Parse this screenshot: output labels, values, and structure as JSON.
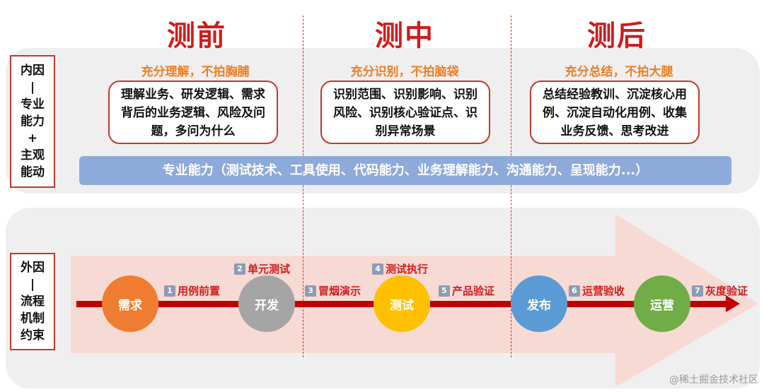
{
  "phases": [
    "测前",
    "测中",
    "测后"
  ],
  "internal": {
    "label": "内因\n|\n专业\n能力\n+\n主观\n能动",
    "subheads": [
      "充分理解，不拍胸脯",
      "充分识别，不拍脑袋",
      "充分总结，不拍大腿"
    ],
    "cards": [
      "理解业务、研发逻辑、需求背后的业务逻辑、风险及问题，多问为什么",
      "识别范围、识别影响、识别风险、识别核心验证点、识别异常场景",
      "总结经验教训、沉淀核心用例、沉淀自动化用例、收集业务反馈、思考改进"
    ],
    "ability_bar": "专业能力（测试技术、工具使用、代码能力、业务理解能力、沟通能力、呈现能力...）"
  },
  "external": {
    "label": "外因\n|\n流程\n机制\n约束",
    "nodes": [
      {
        "label": "需求",
        "color": "#ef7d31"
      },
      {
        "label": "开发",
        "color": "#a5a5a5"
      },
      {
        "label": "测试",
        "color": "#ffc000"
      },
      {
        "label": "发布",
        "color": "#5b9bd5"
      },
      {
        "label": "运营",
        "color": "#70ad47"
      }
    ],
    "steps": [
      {
        "num": "1",
        "label": "用例前置"
      },
      {
        "num": "2",
        "label": "单元测试"
      },
      {
        "num": "3",
        "label": "冒烟演示"
      },
      {
        "num": "4",
        "label": "测试执行"
      },
      {
        "num": "5",
        "label": "产品验证"
      },
      {
        "num": "6",
        "label": "运营验收"
      },
      {
        "num": "7",
        "label": "灰度验证"
      }
    ]
  },
  "watermark": "@稀土掘金技术社区"
}
